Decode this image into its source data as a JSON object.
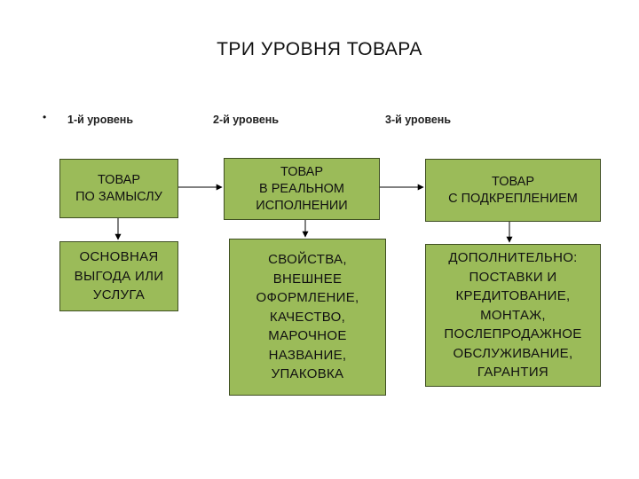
{
  "title": "ТРИ УРОВНЯ ТОВАРА",
  "bullet": "•",
  "levels": [
    {
      "label": "1-й уровень",
      "product": "ТОВАР\nПО ЗАМЫСЛУ",
      "details": "ОСНОВНАЯ\nВЫГОДА ИЛИ\nУСЛУГА"
    },
    {
      "label": "2-й уровень",
      "product": "ТОВАР\nВ РЕАЛЬНОМ\nИСПОЛНЕНИИ",
      "details": "СВОЙСТВА,\nВНЕШНЕЕ\nОФОРМЛЕНИЕ,\nКАЧЕСТВО,\nМАРОЧНОЕ\nНАЗВАНИЕ,\nУПАКОВКА"
    },
    {
      "label": "3-й уровень",
      "product": "ТОВАР\nС ПОДКРЕПЛЕНИЕМ",
      "details": "ДОПОЛНИТЕЛЬНО:\nПОСТАВКИ И\nКРЕДИТОВАНИЕ,\nМОНТАЖ,\nПОСЛЕПРОДАЖНОЕ\nОБСЛУЖИВАНИЕ,\nГАРАНТИЯ"
    }
  ],
  "colors": {
    "box_fill": "#9bbb59",
    "box_border": "#3f4f22",
    "arrow": "#000000"
  }
}
